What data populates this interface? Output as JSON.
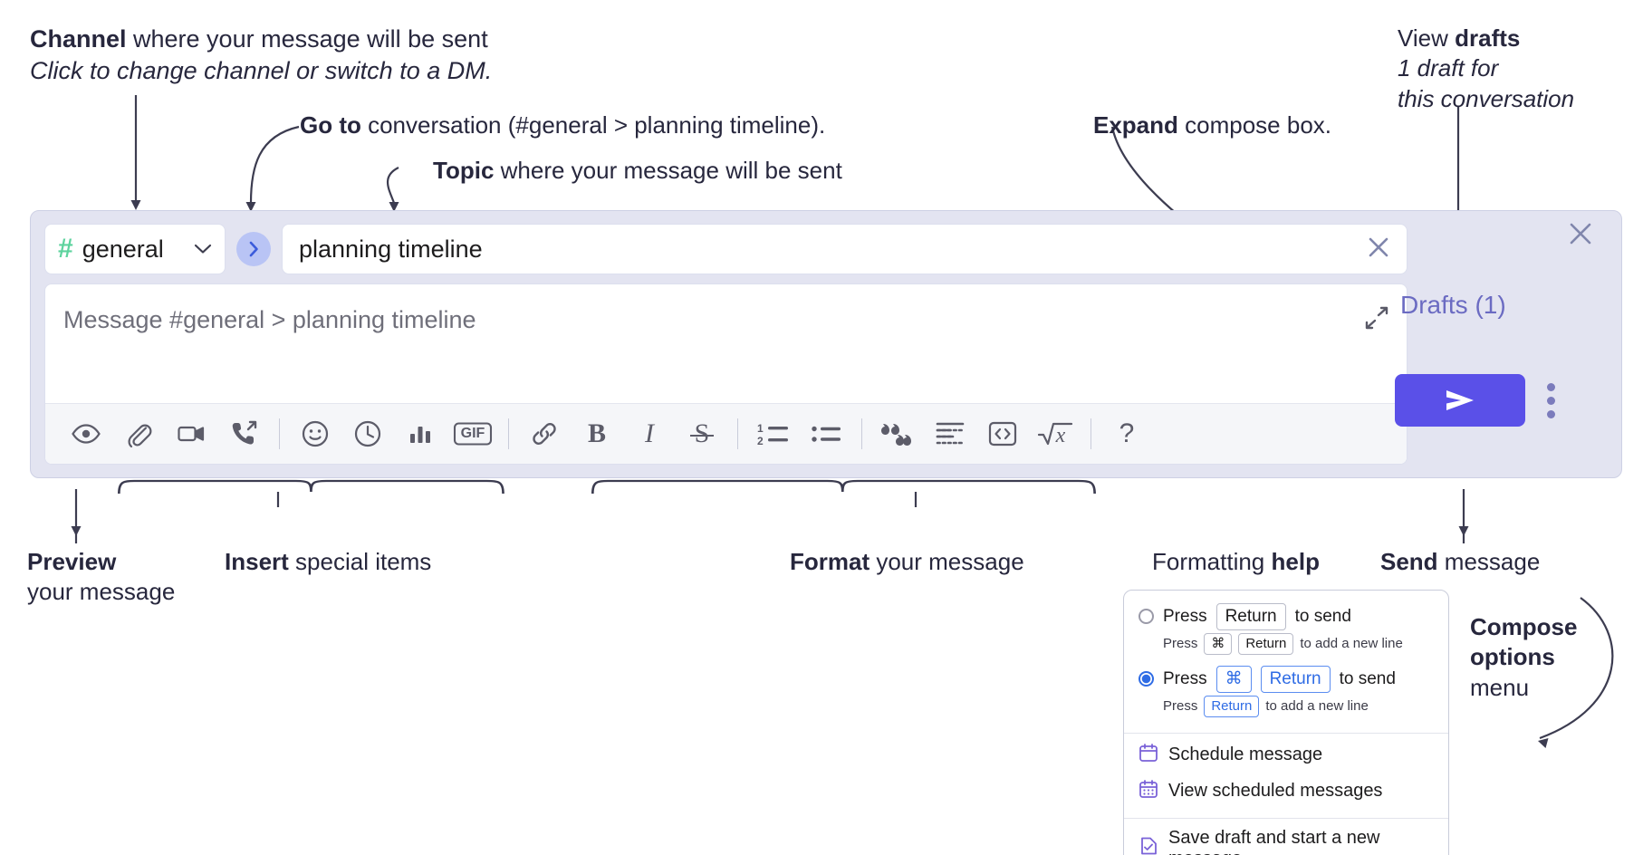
{
  "annotations": {
    "channel": {
      "bold": "Channel",
      "rest": " where your message will be sent",
      "sub": "Click to change channel or switch to a DM."
    },
    "goto": {
      "bold": "Go to",
      "rest": " conversation (#general > planning timeline)."
    },
    "topic": {
      "bold": "Topic",
      "rest": " where your message will be sent"
    },
    "expand": {
      "bold": "Expand",
      "rest": " compose box."
    },
    "drafts": {
      "pre": "View ",
      "bold": "drafts",
      "sub1": "1 draft for",
      "sub2": "this conversation"
    },
    "preview": {
      "bold": "Preview",
      "sub": "your message"
    },
    "insert": {
      "bold": "Insert",
      "rest": " special items"
    },
    "format": {
      "bold": "Format",
      "rest": " your message"
    },
    "help": {
      "pre": "Formatting ",
      "bold": "help"
    },
    "send": {
      "bold": "Send",
      "rest": " message"
    },
    "compose_options": {
      "line1": "Compose",
      "line2": "options",
      "line3": "menu"
    }
  },
  "compose": {
    "channel_name": "general",
    "channel_hash": "#",
    "chevron": "chevron-down",
    "go_arrow": "›",
    "topic_value": "planning timeline",
    "clear_label": "clear-topic",
    "message_placeholder": "Message #general > planning timeline",
    "drafts_label": "Drafts (1)",
    "toolbar": [
      {
        "name": "preview-icon",
        "title": "Preview"
      },
      {
        "name": "attachment-icon",
        "title": "Attach file"
      },
      {
        "name": "video-icon",
        "title": "Record video clip"
      },
      {
        "name": "call-icon",
        "title": "Start a call"
      },
      {
        "name": "divider",
        "title": ""
      },
      {
        "name": "emoji-icon",
        "title": "Emoji"
      },
      {
        "name": "clock-icon",
        "title": "Reminder"
      },
      {
        "name": "poll-icon",
        "title": "Poll"
      },
      {
        "name": "gif-icon",
        "title": "GIF",
        "text": "GIF"
      },
      {
        "name": "divider",
        "title": ""
      },
      {
        "name": "link-icon",
        "title": "Link"
      },
      {
        "name": "bold-icon",
        "title": "Bold",
        "text": "B"
      },
      {
        "name": "italic-icon",
        "title": "Italic",
        "text": "I"
      },
      {
        "name": "strikethrough-icon",
        "title": "Strikethrough",
        "text": "S"
      },
      {
        "name": "divider",
        "title": ""
      },
      {
        "name": "ordered-list-icon",
        "title": "Ordered list"
      },
      {
        "name": "bulleted-list-icon",
        "title": "Bulleted list"
      },
      {
        "name": "divider",
        "title": ""
      },
      {
        "name": "blockquote-icon",
        "title": "Blockquote"
      },
      {
        "name": "code-block-icon",
        "title": "Code block"
      },
      {
        "name": "inline-code-icon",
        "title": "Code"
      },
      {
        "name": "math-icon",
        "title": "Math",
        "text": "√x"
      },
      {
        "name": "divider",
        "title": ""
      },
      {
        "name": "help-icon",
        "title": "Formatting help",
        "text": "?"
      }
    ]
  },
  "menu": {
    "option_a": {
      "pre": "Press",
      "key": "Return",
      "post": "to send",
      "selected": false,
      "sub_pre": "Press",
      "sub_key1": "⌘",
      "sub_key2": "Return",
      "sub_post": "to add a new line"
    },
    "option_b": {
      "pre": "Press",
      "key1": "⌘",
      "key2": "Return",
      "post": "to send",
      "selected": true,
      "sub_pre": "Press",
      "sub_key": "Return",
      "sub_post": "to add a new line"
    },
    "items": [
      {
        "label": "Schedule message",
        "icon": "calendar-icon"
      },
      {
        "label": "View scheduled messages",
        "icon": "calendar-grid-icon"
      },
      {
        "label": "Save draft and start a new message",
        "icon": "draft-check-icon"
      }
    ]
  },
  "colors": {
    "accent_purple": "#5a50e8",
    "drafts_text": "#6b6bc2",
    "hash_green": "#5ed39e",
    "go_blue": "#3b5bdb",
    "panel_bg": "#e3e4f1",
    "key_blue": "#2f6ce5",
    "menu_icon_purple": "#7a62d8"
  }
}
